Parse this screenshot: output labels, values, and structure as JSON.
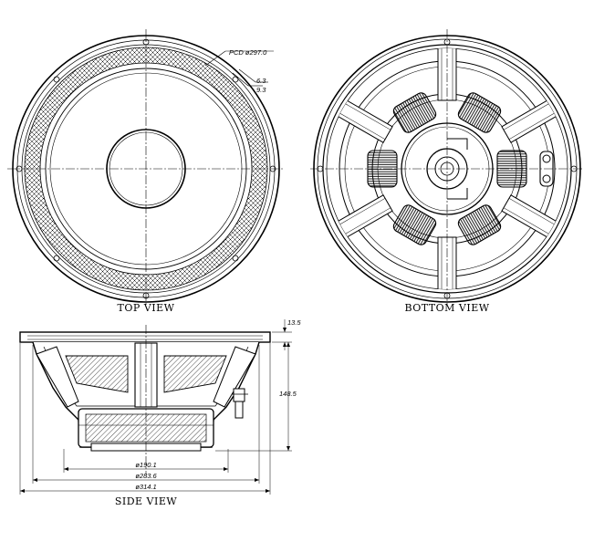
{
  "views": {
    "top": "TOP VIEW",
    "bottom": "BOTTOM VIEW",
    "side": "SIDE VIEW"
  },
  "dimensions": {
    "pcd": "PCD ø297.0",
    "d1": "6.3",
    "d2": "9.3",
    "flange": "13.5",
    "height": "148.5",
    "dia_magnet": "ø190.1",
    "dia_baffle": "ø283.6",
    "dia_outer": "ø314.1"
  }
}
